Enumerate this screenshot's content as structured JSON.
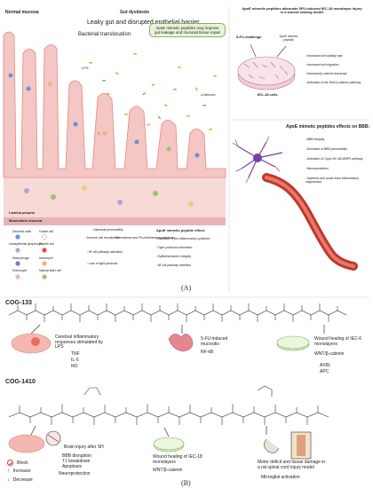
{
  "panel_a": {
    "normal_mucosa": "Normal mucosa",
    "gut_dysbiosis": "Gut dysbiosis",
    "leaky_gut": "Leaky gut and disrupted epithelial barrier",
    "bacterial_translocation": "Bacterial translocation",
    "bubble": "ApoE mimetic peptides may improve gut leakage and mucosal tissue repair",
    "lps": "LPS",
    "defensin": "α-Defensin",
    "lamina_propria": "Lamina propria",
    "muscularis": "Muscularis mucosa",
    "legend": [
      "Dendritic cells",
      "Goblet cell",
      "Intraepithelial lymphocyte",
      "Paneth cell",
      "Macrophage",
      "Neutrophil",
      "Enterocyte",
      "Natural killer cell"
    ],
    "mid_effects": [
      "↑Intestinal permeability",
      "↑Immune cell recruitment",
      "↑Chemokines and Pro-inflammatory cytokines",
      "↑NF-κB pathway activation",
      "↓Loss of tight junctions"
    ],
    "apoe_effect_title": "ApoE mimetic peptide effect:",
    "apoe_effects": [
      "↓Inhibition of pro-inflammatory cytokines",
      "↑Tight junctions restoration",
      "↑Epithelial barrier integrity",
      "↓NF-κB pathway inhibition"
    ],
    "wound_title": "ApoE mimetic peptides attenuate 5FU-induced IEC-18 monolayer injury in a wound healing model",
    "fu_challenge": "5-FU challenge",
    "apoe_peptide": "ApoE mimetic peptide",
    "iec18": "IEC-18 cells",
    "wound_effects": [
      "↑Increased cell viability rate",
      "↑Increased cell migration",
      "↑Increased β-catenin transcript",
      "↑Activation of the Wnt/ β-catenin pathway"
    ],
    "bbb_title": "ApoE mimetic peptides effects on BBB:",
    "bbb_effects": [
      "↑BBB integrity",
      "↓Decrease of BBB permeability",
      "↓Activation of CypA-NF-κB-MMP9 pathway",
      "↑Neuroprotection",
      "↓Systemic and acute brain inflammatory suppression"
    ],
    "label": "(A)"
  },
  "panel_b": {
    "cog133": "COG-133",
    "cog1410": "COG-1410",
    "brain_effect": "Cerebral inflammatory responses stimulated by LPS",
    "cytokines": [
      "TNF",
      "IL-6",
      "NO"
    ],
    "mucositis": "5-FU-induced mucositis",
    "nfkb": "NF-kB",
    "wound_iec6": "Wound healing of IEC-6 monolayers",
    "wnt1": "WNT/β-catenin",
    "axin": [
      "AXIN",
      "APC"
    ],
    "brain_injury": "Brain injury after SH",
    "bbb_disruption": [
      "BBB disruption",
      "TJ breakdown",
      "Apoptosis"
    ],
    "neuroprotection": "Neuroprotection",
    "wound_iec18": "Wound healing of IEC-18 monolayers",
    "wnt2": "WNT/β-catenin",
    "motor": "Motor deficit and tissue damage in a rat spinal cord injury model",
    "microglial": "Microglial activation",
    "legend": [
      "Block",
      "Increase",
      "Decrease"
    ],
    "label": "(B)"
  },
  "colors": {
    "villi_fill": "#f4c6c4",
    "villi_edge": "#e08a88",
    "lamina": "#f7d9d6",
    "muscularis": "#e7b3b8",
    "bubble": "#e8f4d8",
    "vessel": "#c0392b",
    "neuron": "#7a3fa0",
    "block_red": "#dd3333"
  }
}
